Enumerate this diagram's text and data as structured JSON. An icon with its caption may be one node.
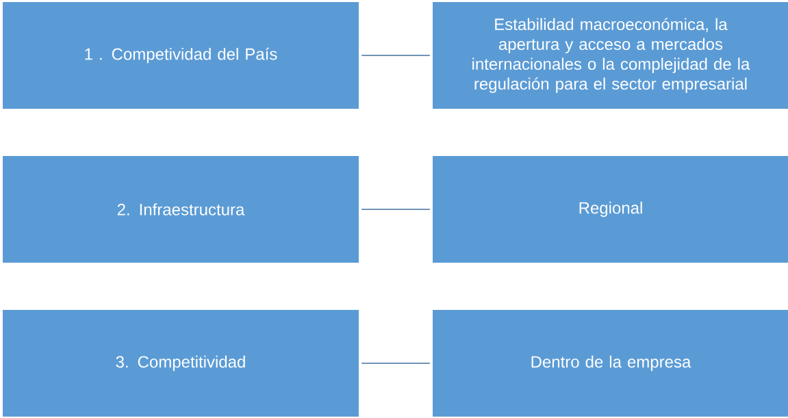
{
  "diagram": {
    "nodes": [
      {
        "text": [
          "1 . Competividad del País"
        ]
      },
      {
        "text": [
          "Estabilidad macroeconómica, la apertura y acceso a mercados internacionales o la complejidad de la regulación para el sector empresarial"
        ]
      },
      {
        "text": [
          "2. Infraestructura"
        ]
      },
      {
        "text": [
          "Regional"
        ]
      },
      {
        "text": [
          "3. Competitividad"
        ]
      },
      {
        "text": [
          "Dentro de la empresa"
        ]
      }
    ],
    "edges": [
      {
        "from": 0,
        "to": 1,
        "arrow": "none"
      },
      {
        "from": 2,
        "to": 3,
        "arrow": "none"
      },
      {
        "from": 4,
        "to": 5,
        "arrow": "none"
      }
    ]
  }
}
